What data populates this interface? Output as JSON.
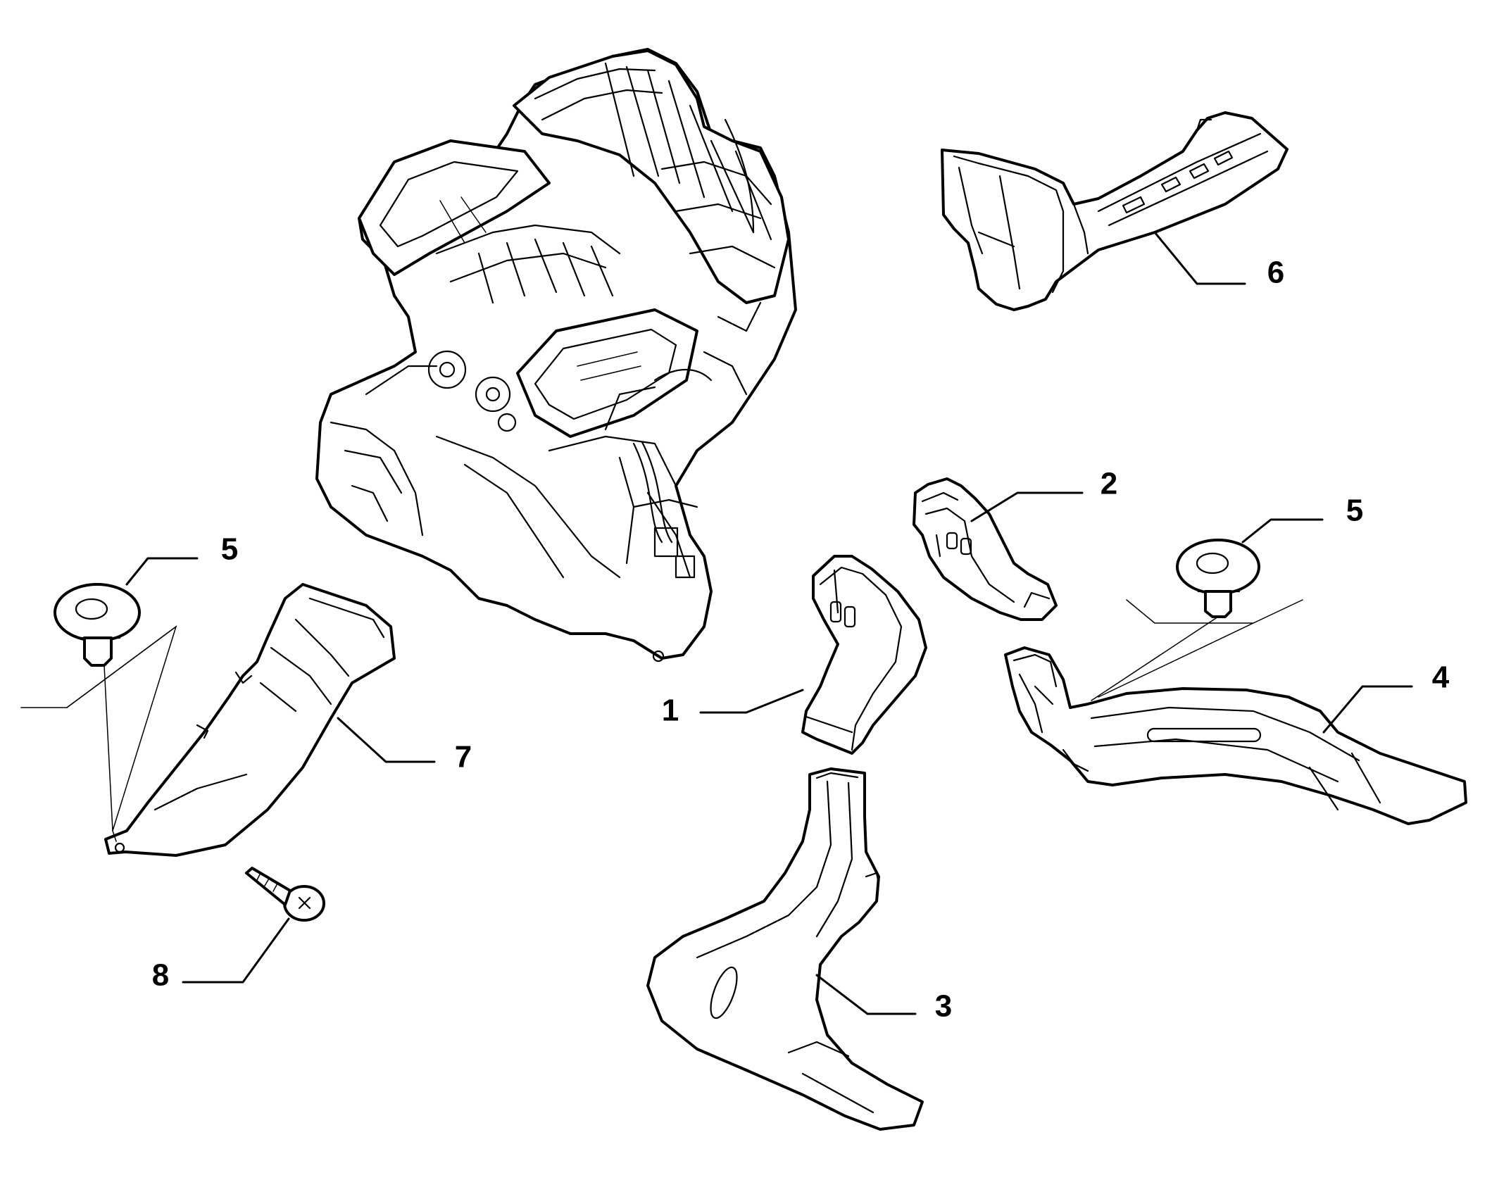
{
  "diagram": {
    "colors": {
      "line": "#000000",
      "background": "#ffffff"
    },
    "parts": [
      {
        "id": "heater-assembly"
      },
      {
        "id": "duct",
        "callout": "1"
      },
      {
        "id": "duct",
        "callout": "2"
      },
      {
        "id": "duct",
        "callout": "3"
      },
      {
        "id": "duct",
        "callout": "4"
      },
      {
        "id": "push-clip",
        "callout": "5"
      },
      {
        "id": "duct",
        "callout": "6"
      },
      {
        "id": "duct",
        "callout": "7"
      },
      {
        "id": "screw",
        "callout": "8"
      }
    ],
    "callouts": {
      "c1": "1",
      "c2": "2",
      "c3": "3",
      "c4": "4",
      "c5_left": "5",
      "c5_right": "5",
      "c6": "6",
      "c7": "7",
      "c8": "8"
    }
  }
}
